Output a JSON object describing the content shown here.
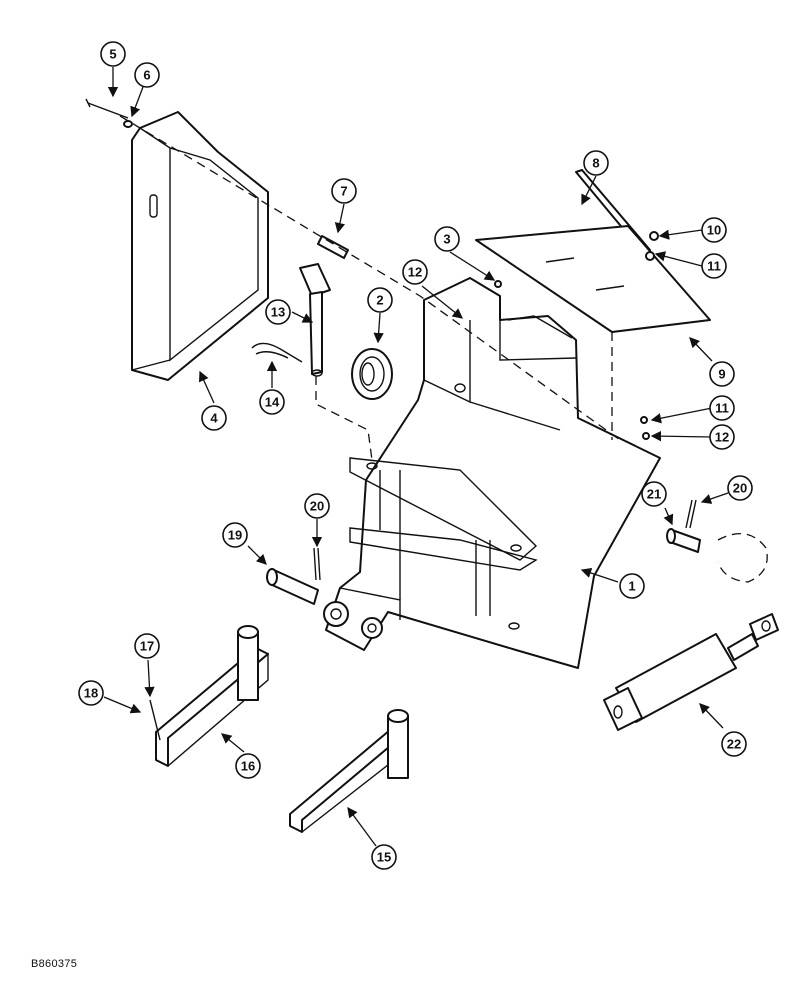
{
  "drawing_id": "B860375",
  "callouts": {
    "c1": "1",
    "c2": "2",
    "c3": "3",
    "c4": "4",
    "c5": "5",
    "c6": "6",
    "c7": "7",
    "c8": "8",
    "c9": "9",
    "c10": "10",
    "c11a": "11",
    "c11b": "11",
    "c12a": "12",
    "c12b": "12",
    "c13": "13",
    "c14": "14",
    "c15": "15",
    "c16": "16",
    "c17": "17",
    "c18": "18",
    "c19": "19",
    "c20a": "20",
    "c20b": "20",
    "c21": "21",
    "c22": "22"
  }
}
